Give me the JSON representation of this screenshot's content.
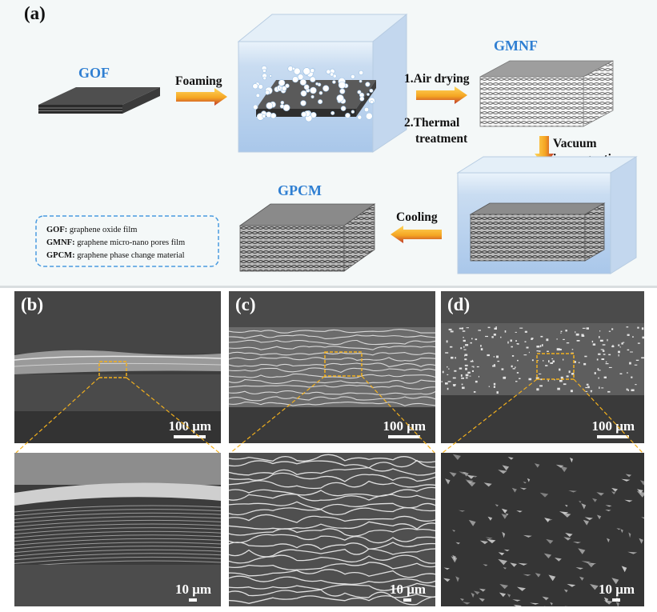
{
  "panel_a": {
    "label": "(a)",
    "gof": "GOF",
    "gmnf": "GMNF",
    "gpcm": "GPCM",
    "foaming": "Foaming",
    "air_drying": "1.Air drying",
    "thermal_1": "2.Thermal",
    "thermal_2": "treatment",
    "vacuum_1": "Vacuum",
    "vacuum_2": "impregnation",
    "cooling": "Cooling",
    "legend": [
      {
        "key": "GOF:",
        "desc": "graphene oxide film"
      },
      {
        "key": "GMNF:",
        "desc": "graphene micro-nano pores film"
      },
      {
        "key": "GPCM:",
        "desc": "graphene phase change material"
      }
    ]
  },
  "sem": {
    "b": {
      "label": "(b)",
      "scale_top": "100 μm",
      "scale_bottom": "10 μm"
    },
    "c": {
      "label": "(c)",
      "scale_top": "100 μm",
      "scale_bottom": "10 μm"
    },
    "d": {
      "label": "(d)",
      "scale_top": "100 μm",
      "scale_bottom": "10 μm"
    }
  },
  "colors": {
    "arrow_orange": "#f5a623",
    "title_blue": "#2f7fd2",
    "zoom_box": "#f2b01e",
    "legend_border": "#4a9be0"
  }
}
